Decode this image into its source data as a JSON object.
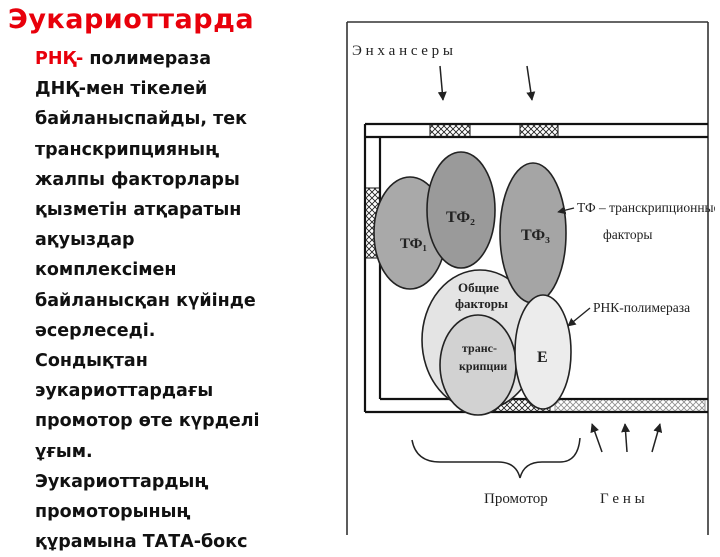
{
  "title": "Эукариоттарда",
  "paragraph": {
    "highlight": "РНҚ-",
    "lines": [
      " полимераза",
      "ДНҚ-мен тікелей",
      "байланыспайды, тек",
      "транскрипцияның",
      "жалпы факторлары",
      "қызметін атқаратын",
      "ақуыздар",
      "комплексімен",
      "байланысқан күйінде",
      "әсерлеседі.",
      "Сондықтан",
      "эукариоттардағы",
      "промотор өте күрделі",
      "ұғым.",
      "Эукариоттардың",
      "промоторының",
      "құрамына ТАТА-бокс"
    ]
  },
  "diagram": {
    "enhancers_label": "Э н х а н с е р ы",
    "tf1": "ТФ₁",
    "tf2": "ТФ₂",
    "tf3": "ТФ₃",
    "general_factors_1": "Общие",
    "general_factors_2": "факторы",
    "transcription_1": "транс-",
    "transcription_2": "крипции",
    "e_label": "Е",
    "tf_legend_1": "ТФ – транскрипционные",
    "tf_legend_2": "факторы",
    "rnap_label": "РНК-полимераза",
    "promoter_label": "Промотор",
    "genes_label": "Г е н ы"
  }
}
